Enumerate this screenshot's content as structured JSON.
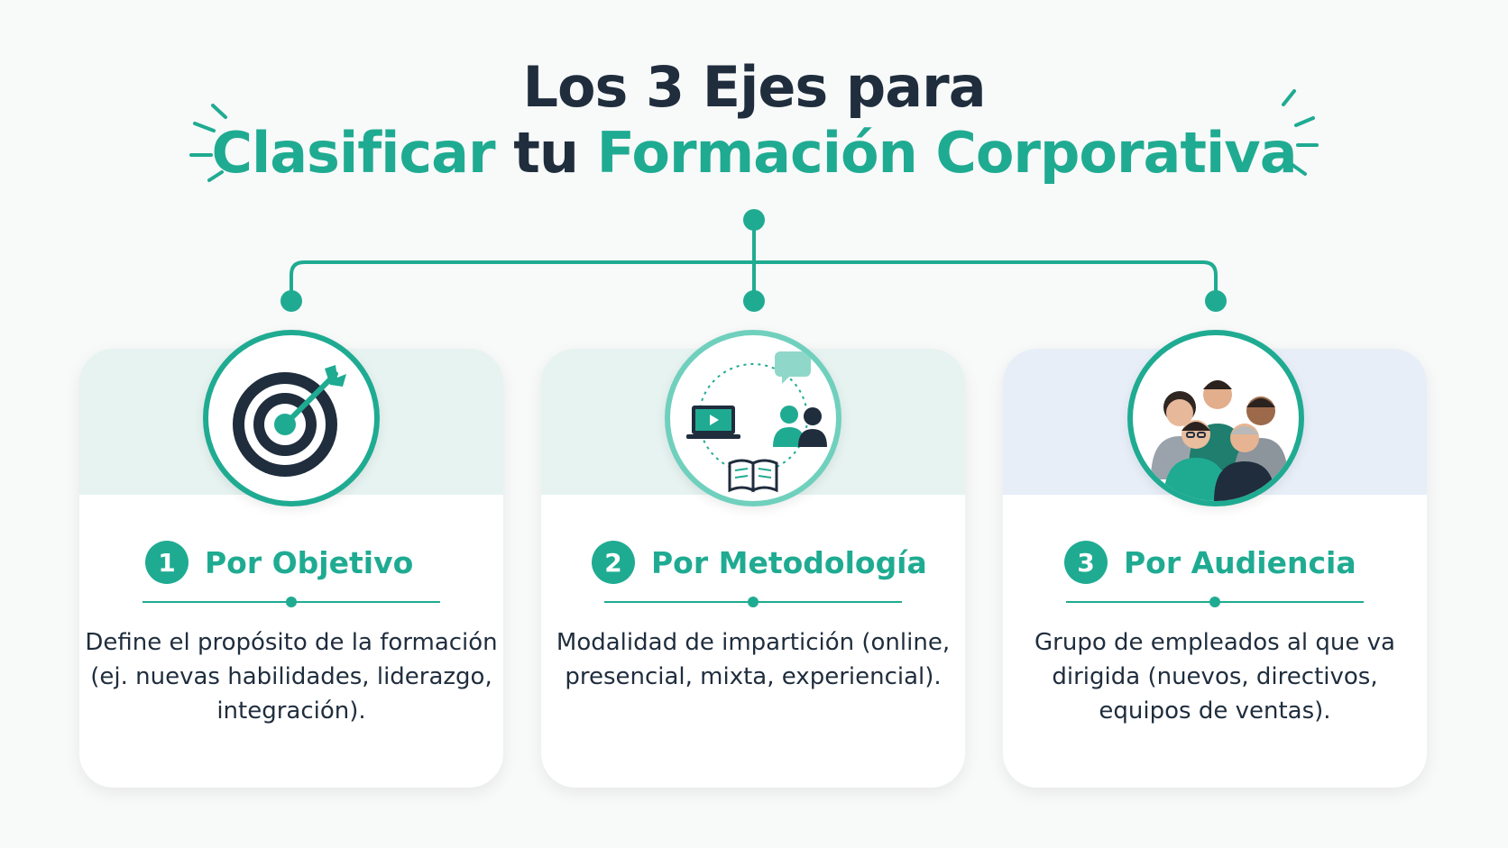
{
  "title": {
    "line1": "Los 3 Ejes para",
    "line2_part1": "Clasificar",
    "line2_part2": "tu",
    "line2_part3": "Formación Corporativa"
  },
  "colors": {
    "accent": "#1fab92",
    "navy": "#1f2d3d",
    "background": "#f8f9f9"
  },
  "axes": [
    {
      "number": "1",
      "title": "Por Objetivo",
      "description": "Define el propósito de la formación (ej. nuevas habilidades, liderazgo, integración).",
      "icon": "target-arrow-icon"
    },
    {
      "number": "2",
      "title": "Por Metodología",
      "description": "Modalidad de impartición (online, presencial, mixta, experiencial).",
      "icon": "methodology-cycle-icon"
    },
    {
      "number": "3",
      "title": "Por Audiencia",
      "description": "Grupo de empleados al que va dirigida (nuevos, directivos, equipos de ventas).",
      "icon": "people-group-icon"
    }
  ]
}
